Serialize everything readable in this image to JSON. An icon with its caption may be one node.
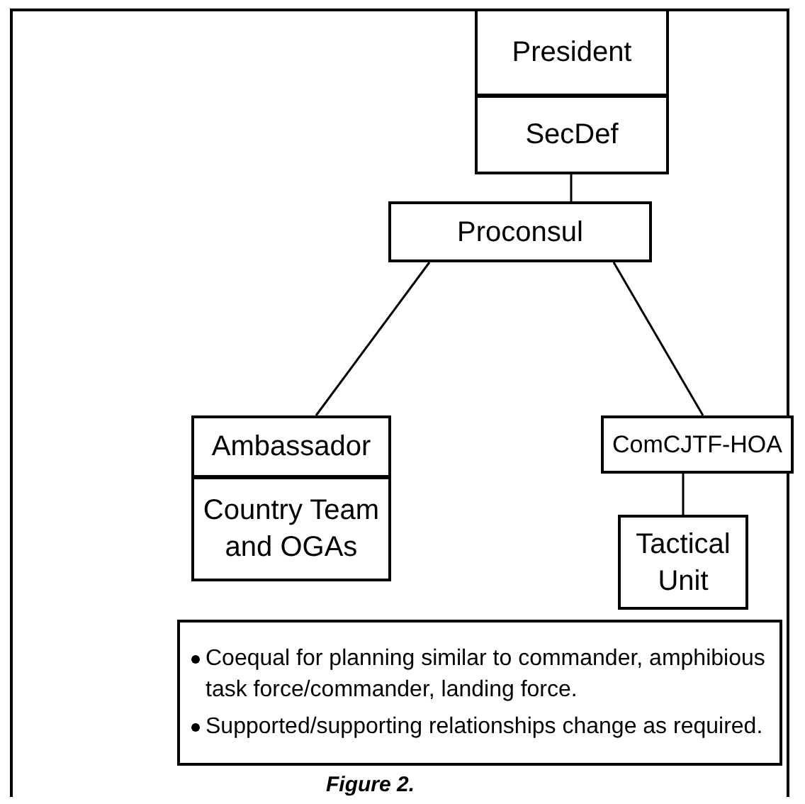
{
  "diagram": {
    "caption": "Figure 2.",
    "nodes": [
      {
        "text": [
          "President"
        ]
      },
      {
        "text": [
          "SecDef"
        ]
      },
      {
        "text": [
          "Proconsul"
        ]
      },
      {
        "text": [
          "Ambassador"
        ]
      },
      {
        "text": [
          "Country Team and OGAs"
        ]
      },
      {
        "text": [
          "ComCJTF-HOA"
        ]
      },
      {
        "text": [
          "Tactical Unit"
        ]
      },
      {
        "text": [
          "Coequal for planning similar to commander, amphibious task force/commander, landing force.",
          "Supported/supporting relationships change as required."
        ]
      }
    ],
    "edges": [
      {
        "from": 1,
        "to": 2,
        "arrow": "none"
      },
      {
        "from": 2,
        "to": 3,
        "arrow": "none"
      },
      {
        "from": 2,
        "to": 5,
        "arrow": "none"
      },
      {
        "from": 5,
        "to": 6,
        "arrow": "none"
      }
    ]
  }
}
